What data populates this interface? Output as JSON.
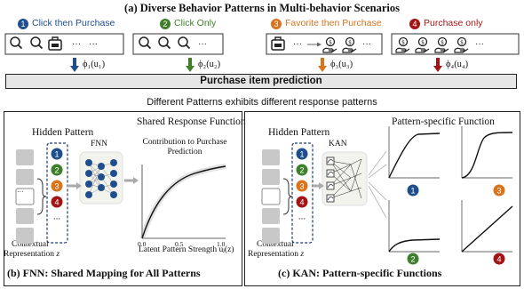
{
  "title": "(a) Diverse Behavior Patterns in Multi-behavior Scenarios",
  "patterns": [
    {
      "num": "1",
      "label": "Click then Purchase",
      "color": "#1f4e8c"
    },
    {
      "num": "2",
      "label": "Click Only",
      "color": "#3f7f2b"
    },
    {
      "num": "3",
      "label": "Favorite then Purchase",
      "color": "#d9731c"
    },
    {
      "num": "4",
      "label": "Purchase only",
      "color": "#a31515"
    }
  ],
  "ellipsis": "···",
  "phi": [
    "ϕ₁(u₁)",
    "ϕ₂(u₂)",
    "ϕ₃(u₃)",
    "ϕ₄(u₄)"
  ],
  "arrow_colors": [
    "#1f4e8c",
    "#3f7f2b",
    "#d9731c",
    "#a31515"
  ],
  "prediction_label": "Purchase item prediction",
  "middle_text": "Different Patterns exhibits different response patterns",
  "left_panel": {
    "hidden_pattern": "Hidden Pattern",
    "fnn": "FNN",
    "shared_title": "Shared Response Function",
    "contrib": "Contribution to Purchase\nPrediction",
    "contrib_line1": "Contribution to Purchase",
    "contrib_line2": "Prediction",
    "xlabel": "Latent Pattern Strength uⱼ(z)",
    "ticks_x": [
      "0.0",
      "0.5",
      "1.0"
    ],
    "ctx_line1": "Contextual",
    "ctx_line2": "Representation",
    "z": "z",
    "ellipsis": "···",
    "caption": "(b) FNN: Shared Mapping for All Patterns"
  },
  "right_panel": {
    "hidden_pattern": "Hidden Pattern",
    "kan": "KAN",
    "title": "Pattern-specific Function",
    "ctx_line1": "Contextual",
    "ctx_line2": "Representation",
    "z": "z",
    "ellipsis": "···",
    "caption": "(c) KAN: Pattern-specific Functions"
  },
  "icons": {
    "search": "search-icon",
    "bag": "shopping-bag-icon",
    "purchase": "purchase-hand-icon"
  }
}
